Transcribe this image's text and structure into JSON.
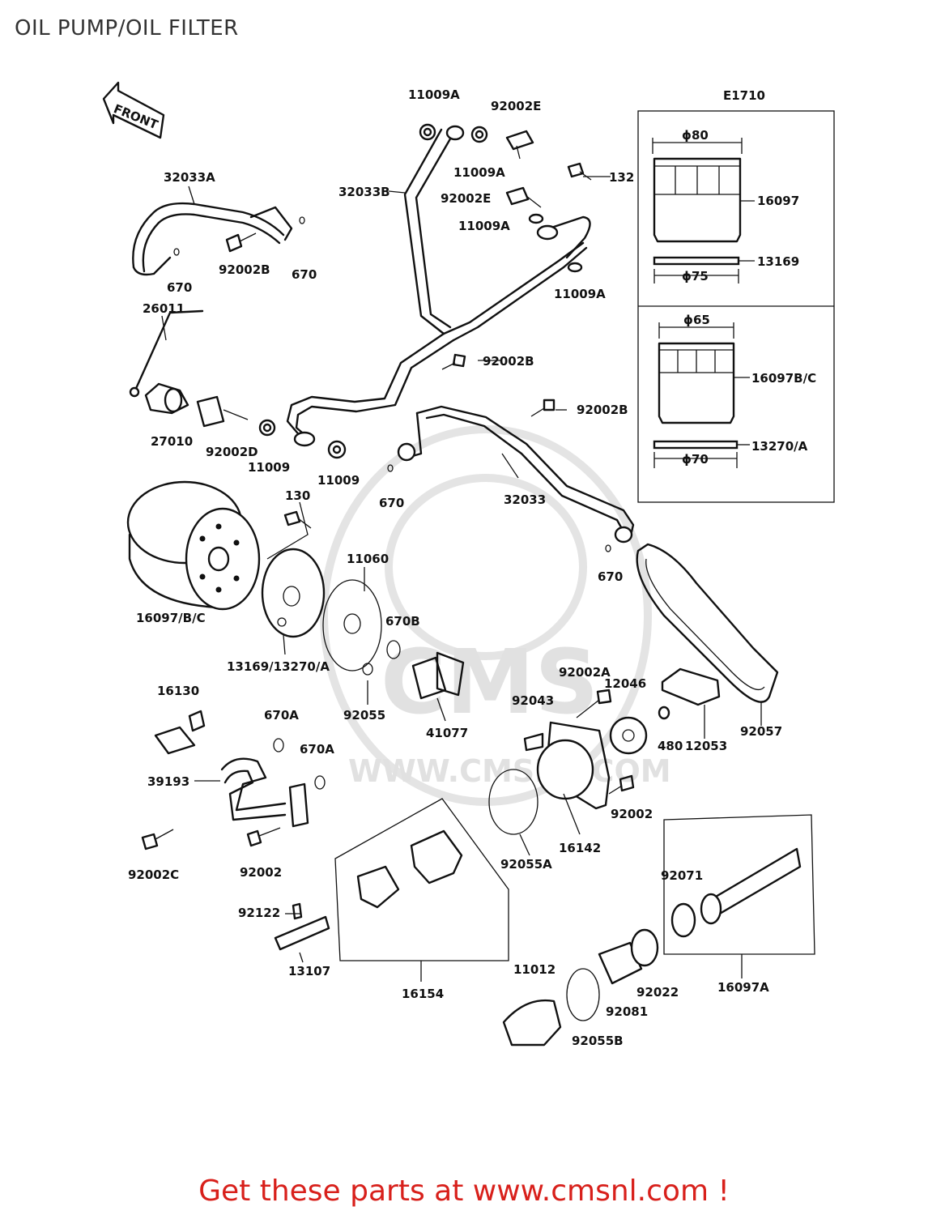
{
  "title": "OIL PUMP/OIL FILTER",
  "diagram_code": "E1710",
  "front_label": "FRONT",
  "watermark": {
    "logo": "CMS",
    "url": "WWW.CMSNL.COM"
  },
  "footer_text": "Get these parts at www.cmsnl.com !",
  "callouts": [
    "11009A",
    "92002E",
    "11009A",
    "132",
    "92002E",
    "11009A",
    "32033B",
    "11009A",
    "32033A",
    "92002B",
    "670",
    "670",
    "26011",
    "92002B",
    "27010",
    "92002D",
    "11009",
    "11009",
    "670",
    "92002B",
    "32033",
    "130",
    "11060",
    "670",
    "16097/B/C",
    "13169/13270/A",
    "670B",
    "92055",
    "41077",
    "16130",
    "670A",
    "670A",
    "92043",
    "92002A",
    "12046",
    "480",
    "12053",
    "92057",
    "39193",
    "92002",
    "92002C",
    "92002",
    "92055A",
    "16142",
    "92122",
    "13107",
    "16154",
    "11012",
    "92081",
    "92022",
    "92055B",
    "92071",
    "16097A"
  ],
  "spec_panel": {
    "filter_a": {
      "part": "16097",
      "dia_top": "ϕ80",
      "gasket_part": "13169",
      "gasket_dia": "ϕ75"
    },
    "filter_b": {
      "part": "16097B/C",
      "dia_top": "ϕ65",
      "gasket_part": "13270/A",
      "gasket_dia": "ϕ70"
    }
  }
}
